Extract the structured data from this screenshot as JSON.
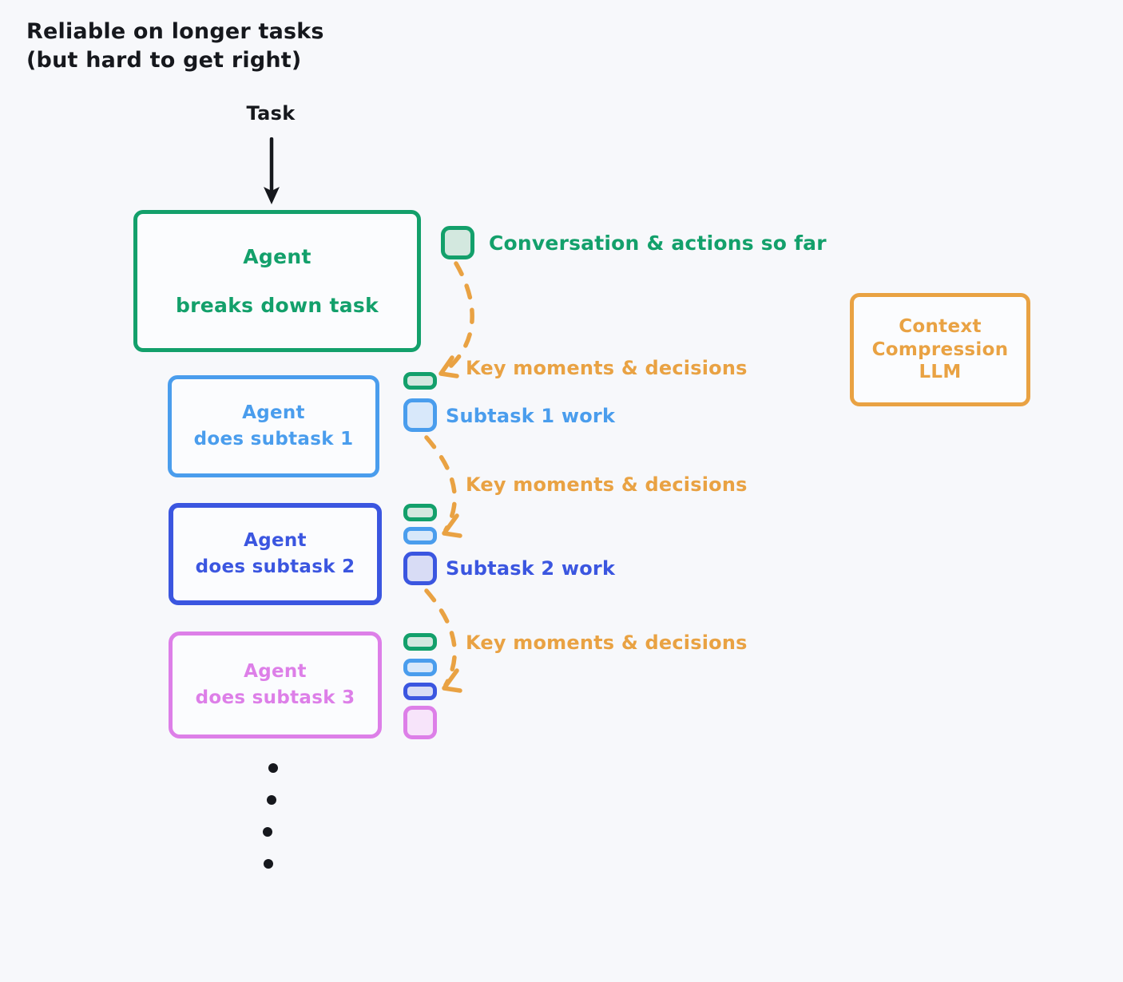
{
  "headline": {
    "line1": "Reliable on longer tasks",
    "line2": "(but hard to get right)"
  },
  "flow": {
    "input_label": "Task"
  },
  "boxes": {
    "main": {
      "line1": "Agent",
      "line2": "breaks down task",
      "color": "#13a06b"
    },
    "subtask1": {
      "line1": "Agent",
      "line2": "does subtask 1",
      "color": "#4a9ded"
    },
    "subtask2": {
      "line1": "Agent",
      "line2": "does subtask 2",
      "color": "#3b56e0"
    },
    "subtask3": {
      "line1": "Agent",
      "line2": "does subtask 3",
      "color": "#dd7fe8"
    },
    "llm": {
      "line1": "Context",
      "line2": "Compression",
      "line3": "LLM",
      "color": "#e9a243"
    }
  },
  "annotations": {
    "conversation": "Conversation & actions so far",
    "subtask1_work": "Subtask 1 work",
    "subtask2_work": "Subtask 2 work",
    "key_moments_1": "Key moments & decisions",
    "key_moments_2": "Key moments & decisions",
    "key_moments_3": "Key moments & decisions"
  },
  "chips": {
    "legend_main": "conversation-memory-chip",
    "row1": [
      "compressed-green",
      "subtask1-blue"
    ],
    "row2": [
      "compressed-green",
      "compressed-blue",
      "subtask2-indigo"
    ],
    "row3": [
      "compressed-green",
      "compressed-blue",
      "compressed-indigo",
      "subtask3-pink"
    ]
  },
  "colors": {
    "background": "#f7f8fb",
    "green": "#13a06b",
    "light_blue": "#4a9ded",
    "indigo": "#3b56e0",
    "pink": "#dd7fe8",
    "orange": "#e9a243",
    "ink": "#16181d"
  },
  "continuation": {
    "glyph": "vertical-ellipsis-four-dots"
  }
}
